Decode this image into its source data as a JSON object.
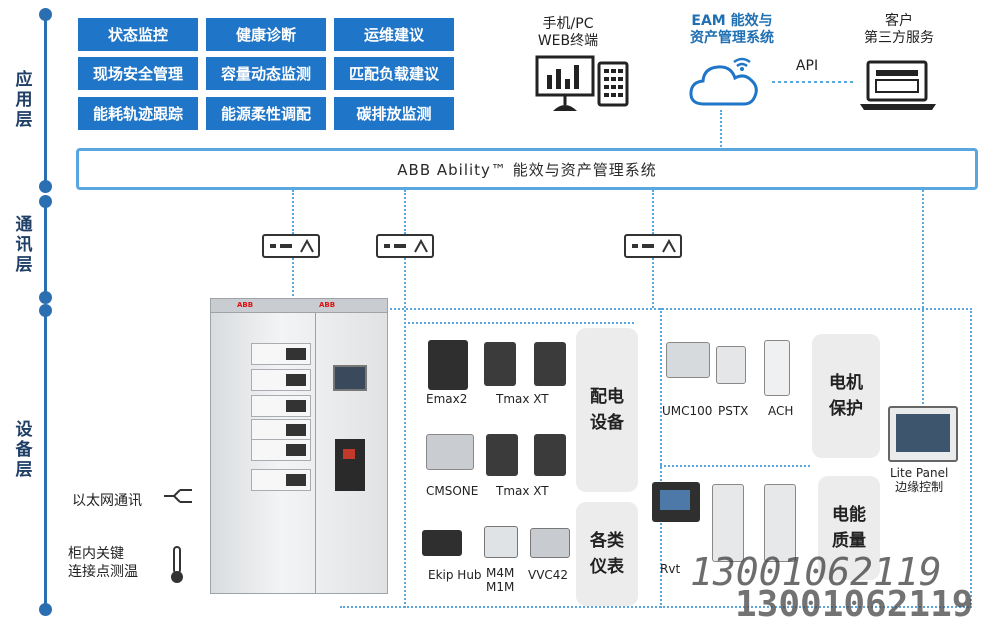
{
  "layers": {
    "application": "应用层",
    "communication": "通讯层",
    "device": "设备层"
  },
  "app_tiles": [
    "状态监控",
    "健康诊断",
    "运维建议",
    "现场安全管理",
    "容量动态监测",
    "匹配负载建议",
    "能耗轨迹跟踪",
    "能源柔性调配",
    "碳排放监测"
  ],
  "top_items": {
    "mobile_pc": [
      "手机/PC",
      "WEB终端"
    ],
    "eam": [
      "EAM 能效与",
      "资产管理系统"
    ],
    "api": "API",
    "customer": [
      "客户",
      "第三方服务"
    ]
  },
  "platform": "ABB Ability™ 能效与资产管理系统",
  "left_notes": {
    "ethernet": "以太网通讯",
    "temp": [
      "柜内关键",
      "连接点测温"
    ]
  },
  "dist_devices": {
    "emax2": "Emax2",
    "tmax_xt": "Tmax XT",
    "cmsone": "CMSONE",
    "tmax_xt2": "Tmax XT",
    "ekip_hub": "Ekip Hub",
    "m4m": [
      "M4M",
      "M1M"
    ],
    "m2m": "VVC42"
  },
  "motor_devices": {
    "umc100": "UMC100",
    "pstx": "PSTX",
    "ach": "ACH",
    "panel": [
      "Lite Panel",
      "边缘控制"
    ]
  },
  "power_quality_devices": {
    "rvt": "Rvt"
  },
  "categories": {
    "distribution": [
      "配电",
      "设备"
    ],
    "meters": [
      "各类",
      "仪表"
    ],
    "motor": [
      "电机",
      "保护"
    ],
    "power_quality": [
      "电能",
      "质量"
    ]
  },
  "watermark": "13001062119",
  "colors": {
    "tile_blue": "#1f75c7",
    "line_blue": "#5aa6df",
    "axis_blue": "#2b6fb3"
  }
}
